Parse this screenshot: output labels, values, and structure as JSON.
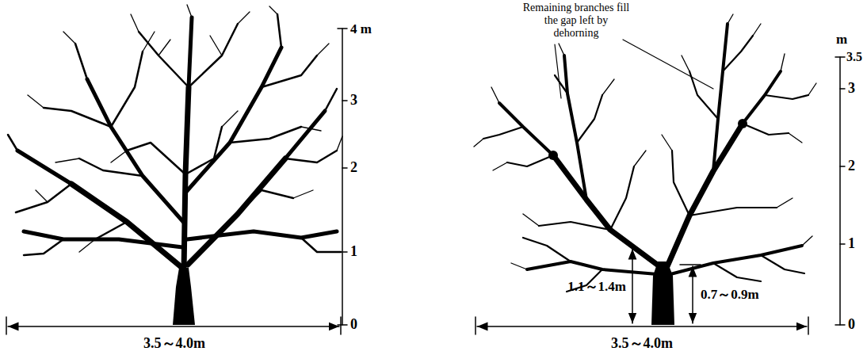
{
  "diagram": {
    "labels": [
      "4 m",
      "3",
      "2",
      "1",
      "0",
      "3.5～4.0m",
      "Remaining branches fill the gap left by dehorning",
      "m",
      "3.5",
      "3",
      "2",
      "1",
      "0",
      "1.1～1.4m",
      "0.7～0.9m",
      "3.5～4.0m"
    ]
  }
}
